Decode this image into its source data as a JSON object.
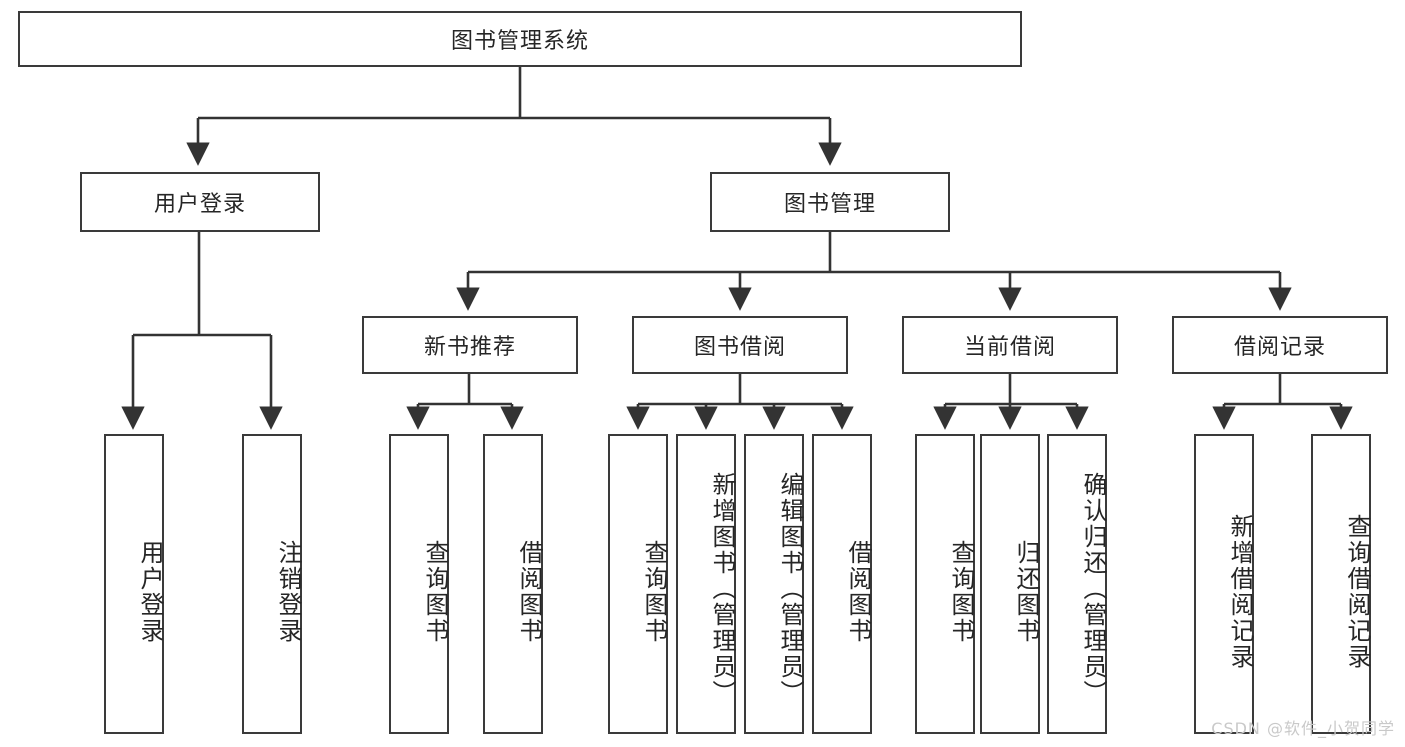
{
  "diagram": {
    "type": "tree",
    "title": "图书管理系统",
    "watermark": "CSDN @软件_小贺同学",
    "colors": {
      "box_border": "#3a3a3a",
      "box_fill": "#ffffff",
      "link": "#333333",
      "text": "#262626",
      "watermark": "#c9c9c9"
    },
    "root": {
      "label": "图书管理系统"
    },
    "level1": [
      {
        "id": "user-login",
        "label": "用户登录"
      },
      {
        "id": "book-manage",
        "label": "图书管理"
      }
    ],
    "level2": [
      {
        "id": "new-book-rec",
        "label": "新书推荐",
        "parent": "book-manage"
      },
      {
        "id": "book-borrow",
        "label": "图书借阅",
        "parent": "book-manage"
      },
      {
        "id": "current-borrow",
        "label": "当前借阅",
        "parent": "book-manage"
      },
      {
        "id": "borrow-record",
        "label": "借阅记录",
        "parent": "book-manage"
      }
    ],
    "leaves": [
      {
        "id": "leaf-user-login",
        "label": "用户登录",
        "parent": "user-login"
      },
      {
        "id": "leaf-user-logout",
        "label": "注销登录",
        "parent": "user-login"
      },
      {
        "id": "leaf-rec-query-book",
        "label": "查询图书",
        "parent": "new-book-rec"
      },
      {
        "id": "leaf-rec-borrow-book",
        "label": "借阅图书",
        "parent": "new-book-rec"
      },
      {
        "id": "leaf-borrow-query-book",
        "label": "查询图书",
        "parent": "book-borrow"
      },
      {
        "id": "leaf-borrow-add-book",
        "label": "新增图书（管理员）",
        "parent": "book-borrow"
      },
      {
        "id": "leaf-borrow-edit-book",
        "label": "编辑图书（管理员）",
        "parent": "book-borrow"
      },
      {
        "id": "leaf-borrow-borrow-book",
        "label": "借阅图书",
        "parent": "book-borrow"
      },
      {
        "id": "leaf-cur-query-book",
        "label": "查询图书",
        "parent": "current-borrow"
      },
      {
        "id": "leaf-cur-return-book",
        "label": "归还图书",
        "parent": "current-borrow"
      },
      {
        "id": "leaf-cur-confirm-return",
        "label": "确认归还（管理员）",
        "parent": "current-borrow"
      },
      {
        "id": "leaf-rec-add-record",
        "label": "新增借阅记录",
        "parent": "borrow-record"
      },
      {
        "id": "leaf-rec-query-record",
        "label": "查询借阅记录",
        "parent": "borrow-record"
      }
    ]
  }
}
